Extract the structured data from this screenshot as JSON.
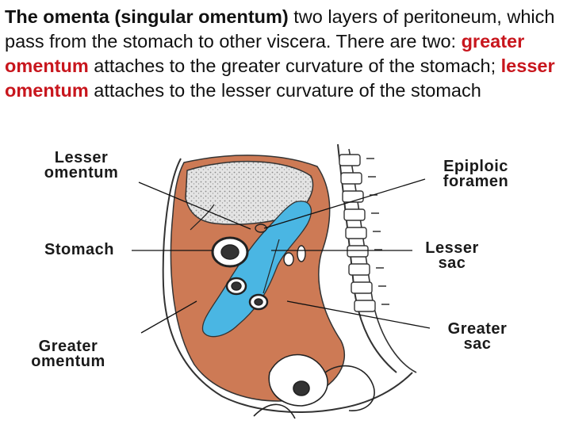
{
  "text": {
    "part1": "The omenta (singular omentum)",
    "part2": " two layers of peritoneum, which pass from the stomach to other viscera. There are two: ",
    "part3": "greater omentum",
    "part4": " attaches to the greater curvature of the stomach; ",
    "part5": "lesser omentum",
    "part6": " attaches to the lesser curvature of the stomach"
  },
  "labels": {
    "lesser_omentum_1": "Lesser",
    "lesser_omentum_2": "omentum",
    "stomach": "Stomach",
    "greater_omentum_1": "Greater",
    "greater_omentum_2": "omentum",
    "epiploic_1": "Epiploic",
    "epiploic_2": "foramen",
    "lesser_sac_1": "Lesser",
    "lesser_sac_2": "sac",
    "greater_sac_1": "Greater",
    "greater_sac_2": "sac"
  },
  "colors": {
    "peritoneal": "#cd7a55",
    "lesser_sac": "#4ab6e3",
    "liver_stipple": "#d9d9d9",
    "emphasis": "#c8161d"
  }
}
